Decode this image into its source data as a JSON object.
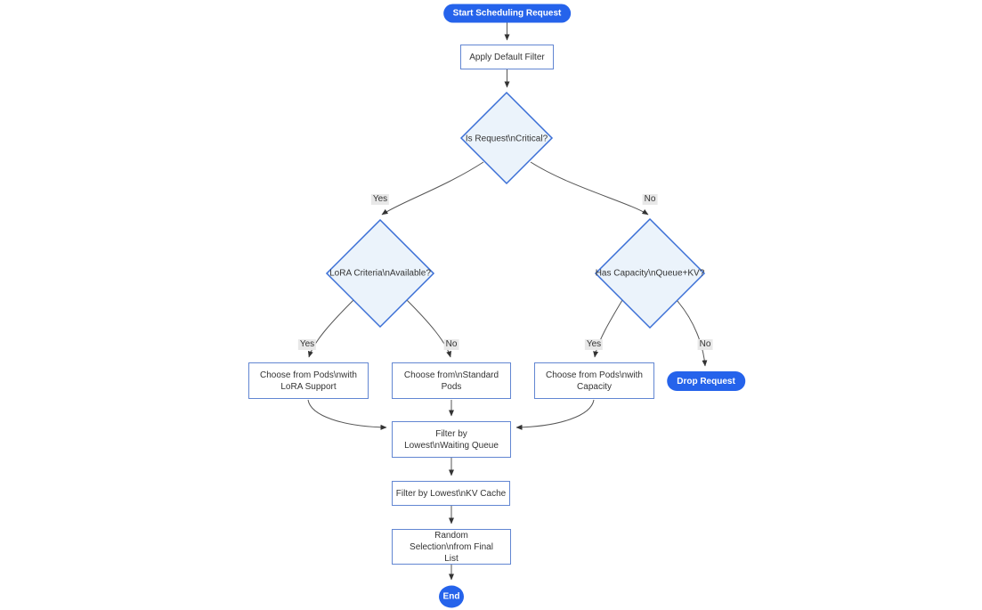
{
  "diagram": {
    "type": "flowchart",
    "direction": "top-down",
    "title": "Scheduling Request Flowchart",
    "nodes": {
      "start": {
        "shape": "stadium",
        "label": "Start Scheduling Request"
      },
      "apply_filter": {
        "shape": "rect",
        "label": "Apply Default Filter"
      },
      "is_critical": {
        "shape": "diamond",
        "label": "Is Request\\nCritical?"
      },
      "lora_criteria": {
        "shape": "diamond",
        "label": "LoRA Criteria\\nAvailable?"
      },
      "has_capacity": {
        "shape": "diamond",
        "label": "Has Capacity\\nQueue+KV?"
      },
      "pods_lora": {
        "shape": "rect",
        "label": "Choose from Pods\\nwith LoRA Support"
      },
      "standard_pods": {
        "shape": "rect",
        "label": "Choose from\\nStandard Pods"
      },
      "pods_capacity": {
        "shape": "rect",
        "label": "Choose from Pods\\nwith Capacity"
      },
      "drop_request": {
        "shape": "stadium",
        "label": "Drop Request"
      },
      "filter_queue": {
        "shape": "rect",
        "label": "Filter by Lowest\\nWaiting Queue"
      },
      "filter_kv": {
        "shape": "rect",
        "label": "Filter by Lowest\\nKV Cache"
      },
      "random_select": {
        "shape": "rect",
        "label": "Random Selection\\nfrom Final List"
      },
      "end": {
        "shape": "circle",
        "label": "End"
      }
    },
    "edges": [
      {
        "from": "start",
        "to": "apply_filter",
        "label": ""
      },
      {
        "from": "apply_filter",
        "to": "is_critical",
        "label": ""
      },
      {
        "from": "is_critical",
        "to": "lora_criteria",
        "label": "Yes"
      },
      {
        "from": "is_critical",
        "to": "has_capacity",
        "label": "No"
      },
      {
        "from": "lora_criteria",
        "to": "pods_lora",
        "label": "Yes"
      },
      {
        "from": "lora_criteria",
        "to": "standard_pods",
        "label": "No"
      },
      {
        "from": "has_capacity",
        "to": "pods_capacity",
        "label": "Yes"
      },
      {
        "from": "has_capacity",
        "to": "drop_request",
        "label": "No"
      },
      {
        "from": "pods_lora",
        "to": "filter_queue",
        "label": ""
      },
      {
        "from": "standard_pods",
        "to": "filter_queue",
        "label": ""
      },
      {
        "from": "pods_capacity",
        "to": "filter_queue",
        "label": ""
      },
      {
        "from": "filter_queue",
        "to": "filter_kv",
        "label": ""
      },
      {
        "from": "filter_kv",
        "to": "random_select",
        "label": ""
      },
      {
        "from": "random_select",
        "to": "end",
        "label": ""
      }
    ],
    "colors": {
      "page_bg": "#ffffff",
      "node_fill_blue": "#2563eb",
      "node_text_white": "#ffffff",
      "rect_fill": "#ffffff",
      "rect_border": "#6286d2",
      "diamond_fill": "#ebf3fb",
      "diamond_border": "#3b6fd6",
      "edge_line": "#555555",
      "arrowhead": "#333333",
      "label_bg": "#e8e8e8",
      "text_dark": "#333333"
    }
  }
}
